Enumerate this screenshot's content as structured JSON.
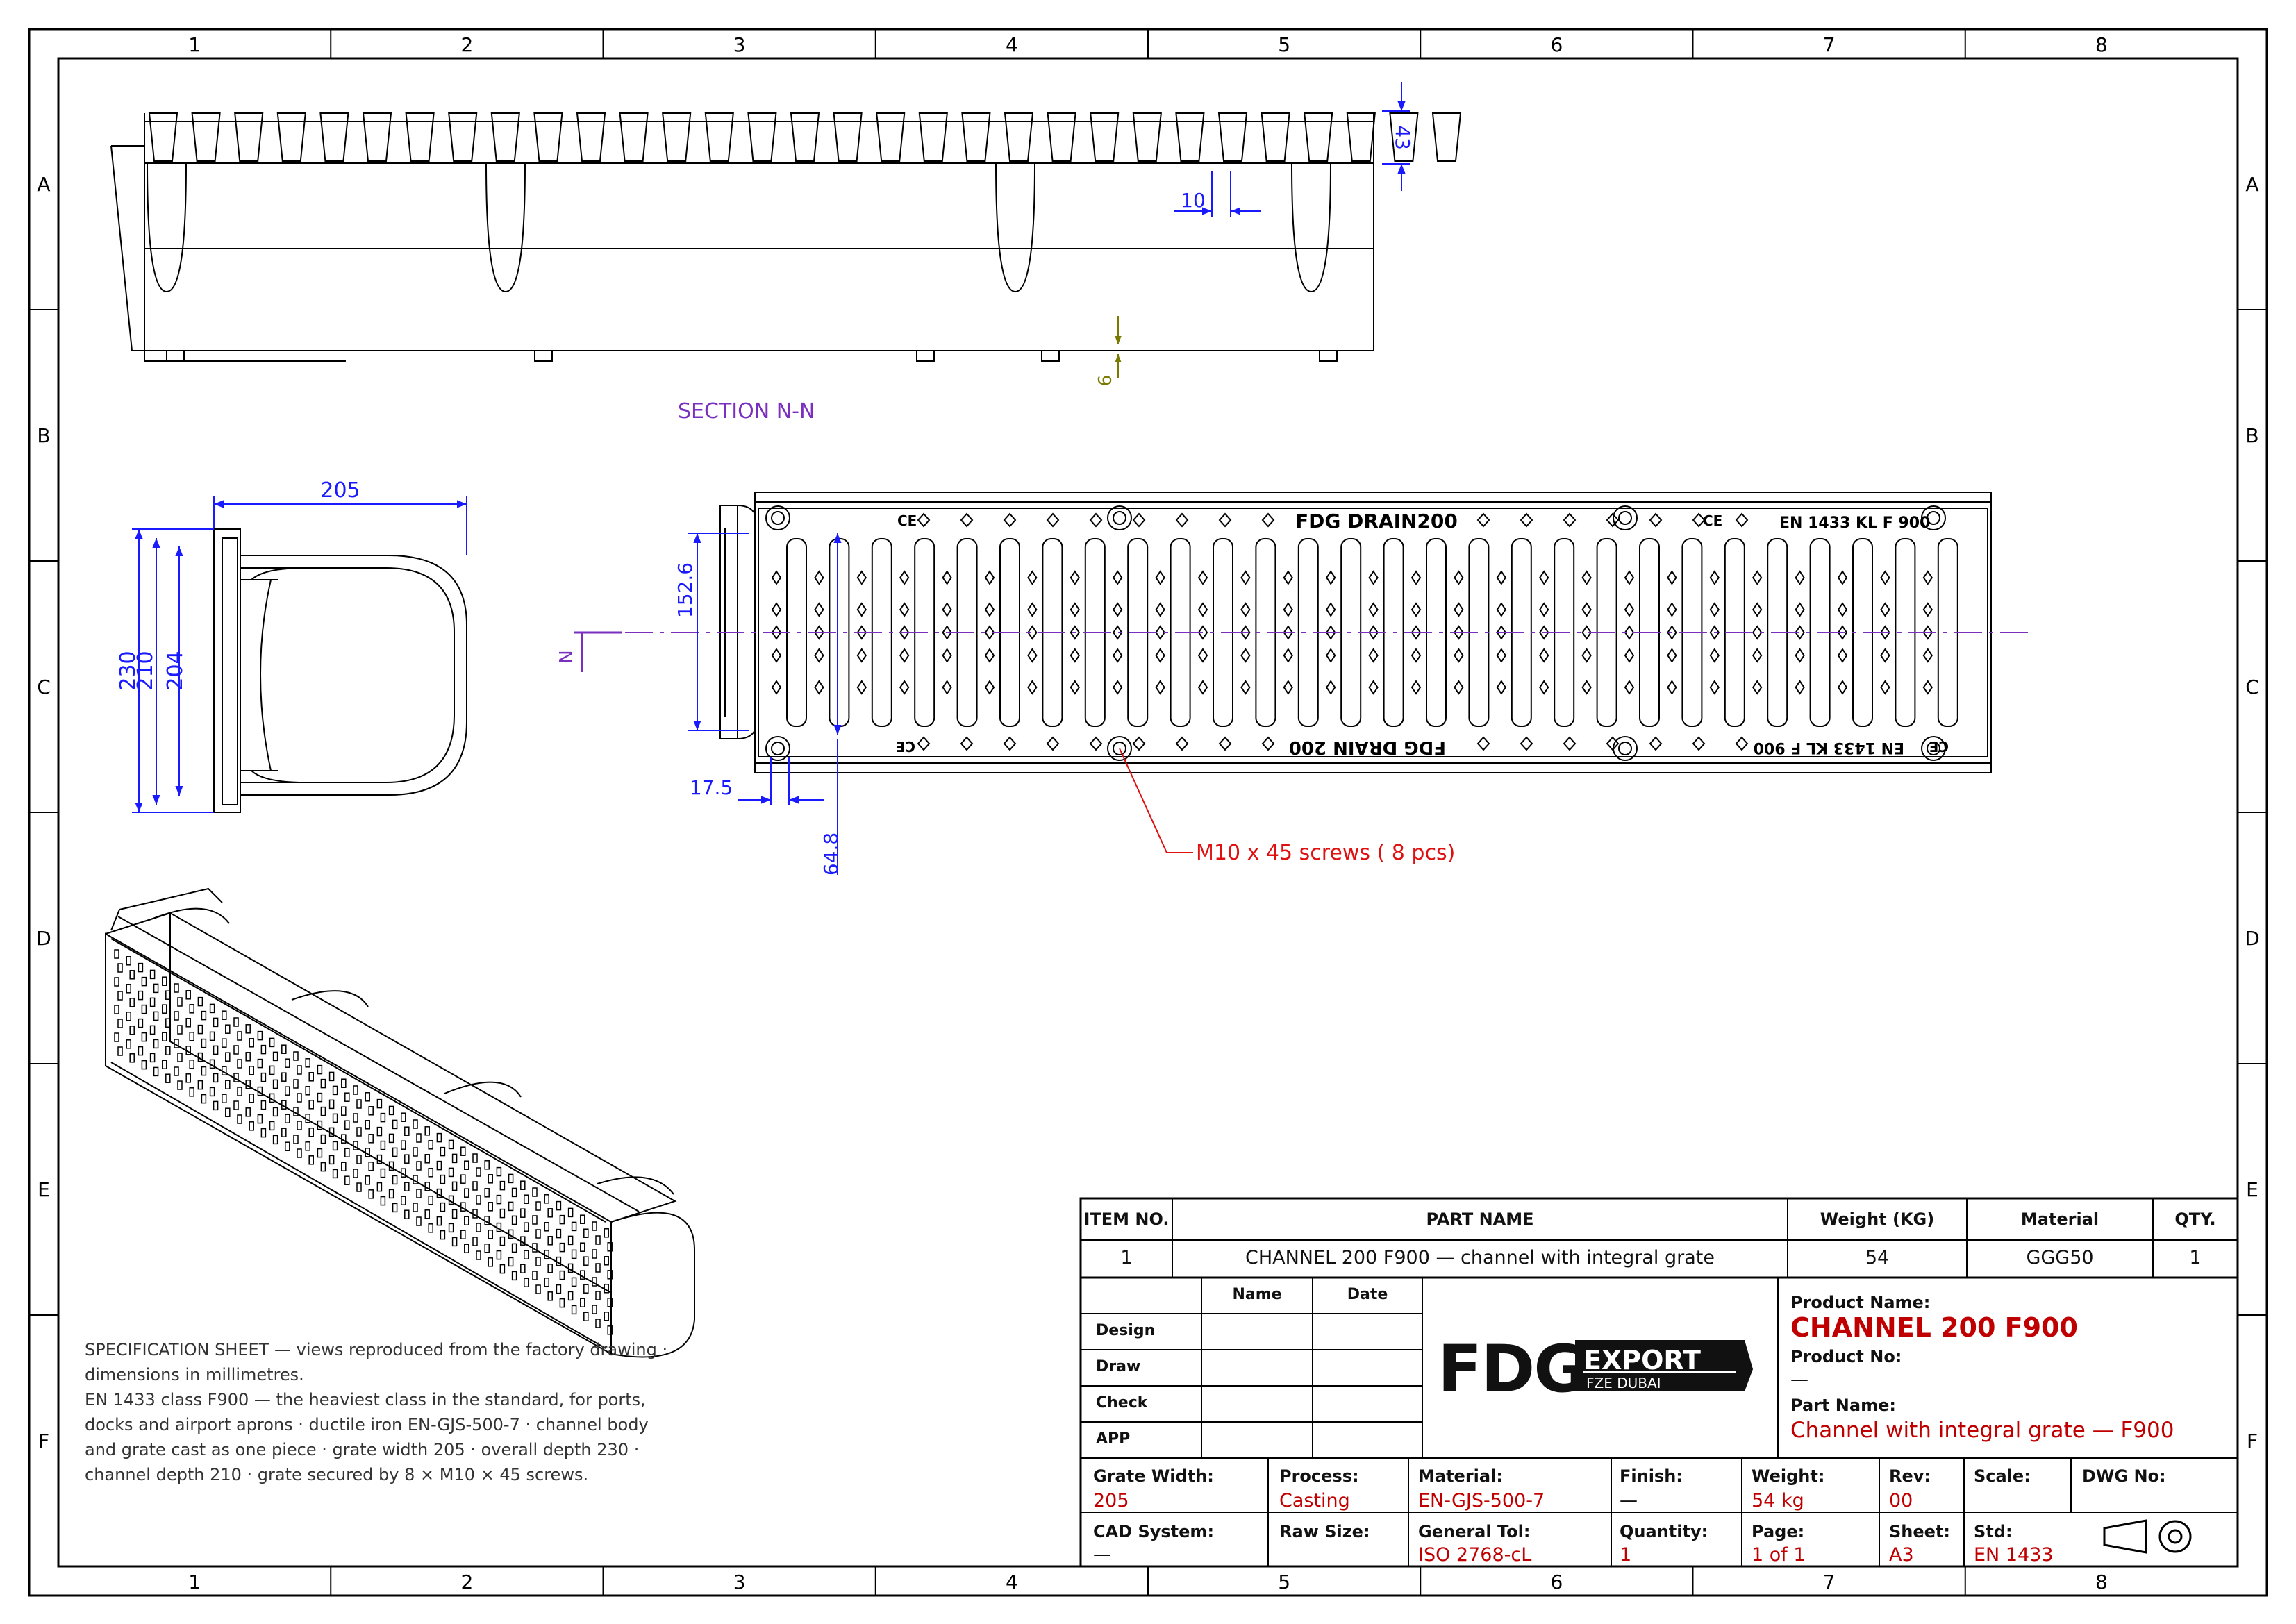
{
  "border": {
    "columns": [
      "1",
      "2",
      "3",
      "4",
      "5",
      "6",
      "7",
      "8"
    ],
    "rows": [
      "A",
      "B",
      "C",
      "D",
      "E",
      "F"
    ]
  },
  "drawing": {
    "section_label": "SECTION N-N",
    "section_marker": "N",
    "dimensions": {
      "grate_height": "43",
      "slot_pitch": "10",
      "floor_thickness": "6",
      "width": "205",
      "depth_overall": "230",
      "depth_210": "210",
      "depth_204": "204",
      "grate_inner": "152.6",
      "edge_offset": "17.5",
      "screw_offset": "64.8"
    },
    "grate_text_top_left": "FDG DRAIN200",
    "grate_text_top_right": "EN 1433 KL F 900",
    "grate_text_bottom_left": "FDG DRAIN 200",
    "grate_text_bottom_right": "EN 1433 KL F 900",
    "ce_mark": "CE",
    "screw_callout": "M10 x 45 screws ( 8 pcs)"
  },
  "spec_note": [
    "SPECIFICATION SHEET — views reproduced from the factory drawing · dimensions in millimetres.",
    "EN 1433 class F900 — the heaviest class in the standard, for ports, docks and airport aprons · ductile iron EN-GJS-500-7 · channel body and grate cast as one piece · grate width 205 · overall depth 230 · channel depth 210 · grate secured by 8 × M10 × 45 screws."
  ],
  "bom": {
    "headers": [
      "ITEM NO.",
      "PART NAME",
      "Weight (KG)",
      "Material",
      "QTY."
    ],
    "row": [
      "1",
      "CHANNEL 200 F900 — channel with integral grate",
      "54",
      "GGG50",
      "1"
    ]
  },
  "approvals": {
    "headers": [
      "Name",
      "Date"
    ],
    "rows": [
      "Design",
      "Draw",
      "Check",
      "APP"
    ]
  },
  "logo": {
    "letters": "FDG",
    "tag": "EXPORT",
    "sub": "FZE DUBAI"
  },
  "product": {
    "name_label": "Product Name:",
    "name": "CHANNEL 200 F900",
    "no_label": "Product No:",
    "no": "—",
    "part_label": "Part Name:",
    "part": "Channel with integral grate — F900"
  },
  "props": {
    "grate_width_label": "Grate Width:",
    "grate_width": "205",
    "process_label": "Process:",
    "process": "Casting",
    "material_label": "Material:",
    "material": "EN-GJS-500-7",
    "finish_label": "Finish:",
    "finish": "—",
    "weight_label": "Weight:",
    "weight": "54 kg",
    "rev_label": "Rev:",
    "rev": "00",
    "scale_label": "Scale:",
    "dwg_label": "DWG No:",
    "cad_label": "CAD System:",
    "cad": "—",
    "raw_label": "Raw Size:",
    "tol_label": "General Tol:",
    "tol": "ISO 2768-cL",
    "qty_label": "Quantity:",
    "qty": "1",
    "page_label": "Page:",
    "page": "1 of 1",
    "sheet_label": "Sheet:",
    "sheet": "A3",
    "std_label": "Std:",
    "std": "EN 1433"
  },
  "colors": {
    "dimension": "#1a1aff",
    "section": "#7a2fbf",
    "callout": "#e01010",
    "value_red": "#c00000",
    "thin_dim": "#7a7a00"
  }
}
